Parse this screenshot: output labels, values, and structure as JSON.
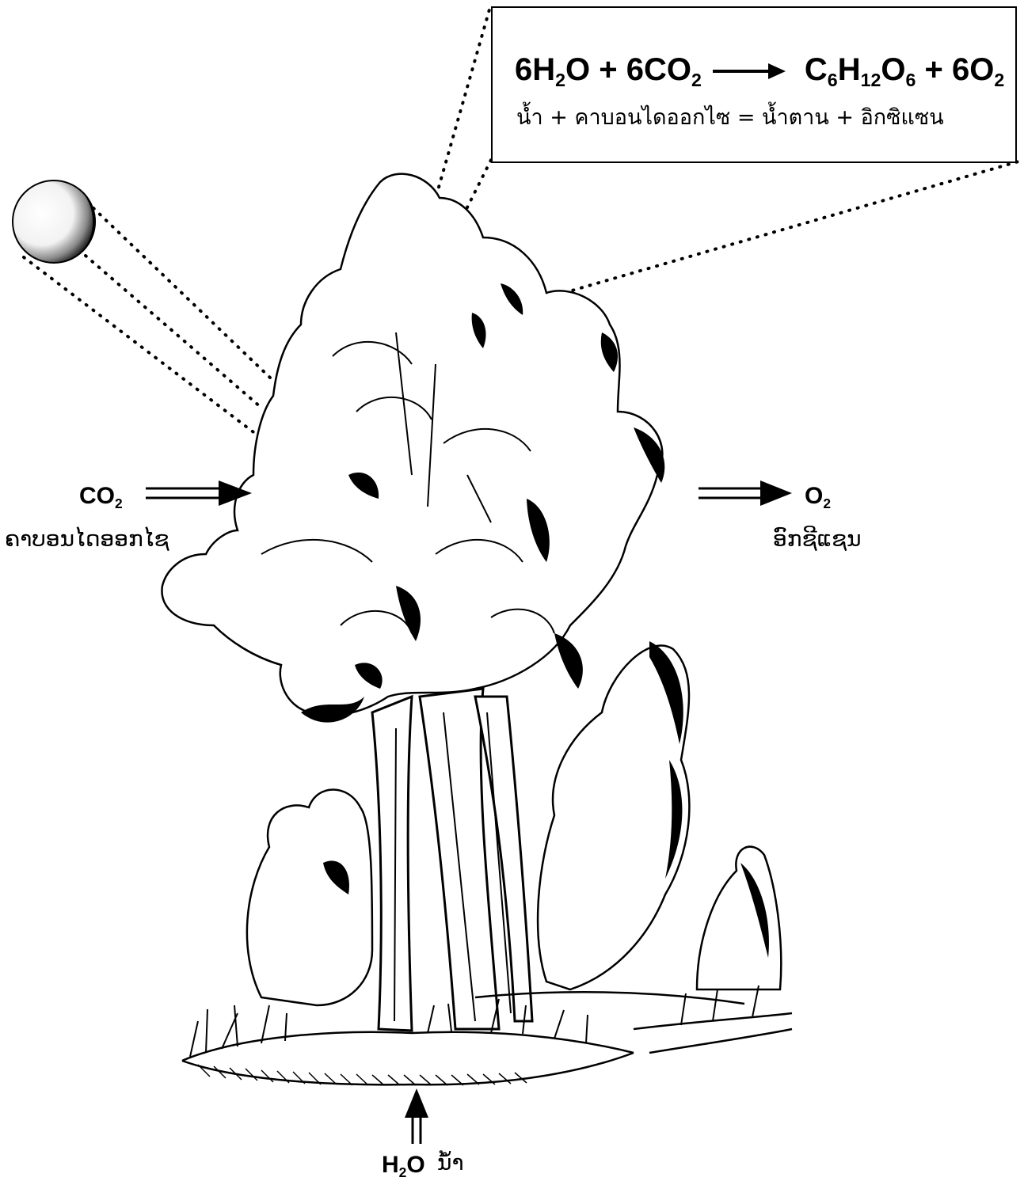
{
  "equation": {
    "formula_parts": [
      "6H",
      "2",
      "O + 6CO",
      "2",
      "C",
      "6",
      "H",
      "12",
      "O",
      "6",
      " + 6O",
      "2"
    ],
    "words": "น้ำ + คาบอนไดออกไซ = น้ำตาน + อิกซิแซน"
  },
  "inputs": {
    "co2": {
      "formula": "CO",
      "sub": "2",
      "word": "ຄາບອນໄດອອກໄຊ"
    },
    "h2o": {
      "formula_a": "H",
      "sub": "2",
      "formula_b": "O",
      "word": "ນ້ຳ"
    }
  },
  "outputs": {
    "o2": {
      "formula": "O",
      "sub": "2",
      "word": "ອົກຊີແຊນ"
    }
  },
  "colors": {
    "ink": "#000000",
    "paper": "#ffffff"
  },
  "icons": [
    "sun-icon",
    "tree-illustration"
  ]
}
